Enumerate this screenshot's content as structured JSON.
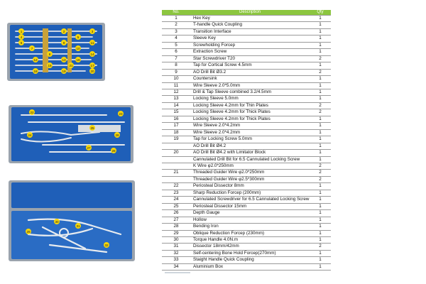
{
  "table": {
    "headers": [
      "No.",
      "Description",
      "Qty"
    ],
    "rows": [
      {
        "no": "1",
        "desc": "Hex Key",
        "qty": "1"
      },
      {
        "no": "2",
        "desc": "T-handle Quick Coupling",
        "qty": "1"
      },
      {
        "no": "3",
        "desc": "Transition Interface",
        "qty": "1"
      },
      {
        "no": "4",
        "desc": "Sleeve Key",
        "qty": "1"
      },
      {
        "no": "5",
        "desc": "Screwholding Forcep",
        "qty": "1"
      },
      {
        "no": "6",
        "desc": "Extraction Screw",
        "qty": "1"
      },
      {
        "no": "7",
        "desc": "Star Screwdriver T20",
        "qty": "2"
      },
      {
        "no": "8",
        "desc": "Tap for Cortical Screw 4.5mm",
        "qty": "1"
      },
      {
        "no": "9",
        "desc": "AO Drill Bit Ø3.2",
        "qty": "2"
      },
      {
        "no": "10",
        "desc": "Countersink",
        "qty": "1"
      },
      {
        "no": "11",
        "desc": "Wire Sleeve 2.0*5.0mm",
        "qty": "1"
      },
      {
        "no": "12",
        "desc": "Drill & Tap Sleeve combined 3.2/4.5mm",
        "qty": "1"
      },
      {
        "no": "13",
        "desc": "Locking Sleeve 5.0mm",
        "qty": "1"
      },
      {
        "no": "14",
        "desc": "Locking Sleeve 4.2mm for Thin Plates",
        "qty": "2"
      },
      {
        "no": "15",
        "desc": "Locking Sleeve 4.2mm for Thick Plates",
        "qty": "2"
      },
      {
        "no": "16",
        "desc": "Locking Sleeve 4.2mm for Thick Plates",
        "qty": "1"
      },
      {
        "no": "17",
        "desc": "Wire Sleeve 2.0*4.2mm",
        "qty": "1"
      },
      {
        "no": "18",
        "desc": "Wire Sleeve 2.0*4.2mm",
        "qty": "1"
      },
      {
        "no": "19",
        "desc": "Tap for Locking Screw 5.0mm",
        "qty": "1"
      },
      {
        "no": "",
        "desc": "AO Drill Bit Ø4.2",
        "qty": "1"
      },
      {
        "no": "20",
        "desc": "AO Drill Bit Ø4.2 with Limitator Block",
        "qty": "1"
      },
      {
        "no": "",
        "desc": "Cannulated Drill Bit for 6.5 Cannulated Locking Screw",
        "qty": "1"
      },
      {
        "no": "",
        "desc": "K Wire φ2.0*250mm",
        "qty": "2"
      },
      {
        "no": "21",
        "desc": "Threaded Guider Wire φ2.0*250mm",
        "qty": "2"
      },
      {
        "no": "",
        "desc": "Threaded Guider Wire φ2.5*300mm",
        "qty": "2"
      },
      {
        "no": "22",
        "desc": "Periosteal Dissector 8mm",
        "qty": "1"
      },
      {
        "no": "23",
        "desc": "Sharp Reduction Forcep (200mm)",
        "qty": "1"
      },
      {
        "no": "24",
        "desc": "Cannulated Screwdriver for 6.5 Cannulated Locking Screw",
        "qty": "1"
      },
      {
        "no": "25",
        "desc": "Periosteal Dissector 15mm",
        "qty": "1"
      },
      {
        "no": "26",
        "desc": "Depth Gauge",
        "qty": "1"
      },
      {
        "no": "27",
        "desc": "Hollow",
        "qty": "1"
      },
      {
        "no": "28",
        "desc": "Bending Iron",
        "qty": "1"
      },
      {
        "no": "29",
        "desc": "Oblique Reduction Forcep (230mm)",
        "qty": "1"
      },
      {
        "no": "30",
        "desc": "Torque Handle 4.0N.m",
        "qty": "1"
      },
      {
        "no": "31",
        "desc": "Dissector 18mm/42mm",
        "qty": "2"
      },
      {
        "no": "32",
        "desc": "Self-centering Bone Hold Forcep(270mm)",
        "qty": "1"
      },
      {
        "no": "33",
        "desc": "Staight Handle Quick Coupling",
        "qty": "1"
      },
      {
        "no": "34",
        "desc": "Aluminium Box",
        "qty": "1"
      }
    ]
  },
  "trays": [
    {
      "markers": [
        "1",
        "2",
        "3",
        "4",
        "5",
        "6",
        "7",
        "8",
        "9",
        "10",
        "11",
        "12",
        "13",
        "14",
        "15",
        "16",
        "17",
        "18",
        "19",
        "20",
        "21"
      ]
    },
    {
      "markers": [
        "22",
        "23",
        "24",
        "25",
        "26",
        "27",
        "28"
      ]
    },
    {
      "markers": [
        "29",
        "30",
        "31",
        "32"
      ]
    }
  ],
  "colors": {
    "tray_blue": "#1f5fb8",
    "tray_dark": "#113f86",
    "tray_frame": "#9aa3ad",
    "header_green": "#8cc63f",
    "marker_yellow": "#f5d60a"
  }
}
